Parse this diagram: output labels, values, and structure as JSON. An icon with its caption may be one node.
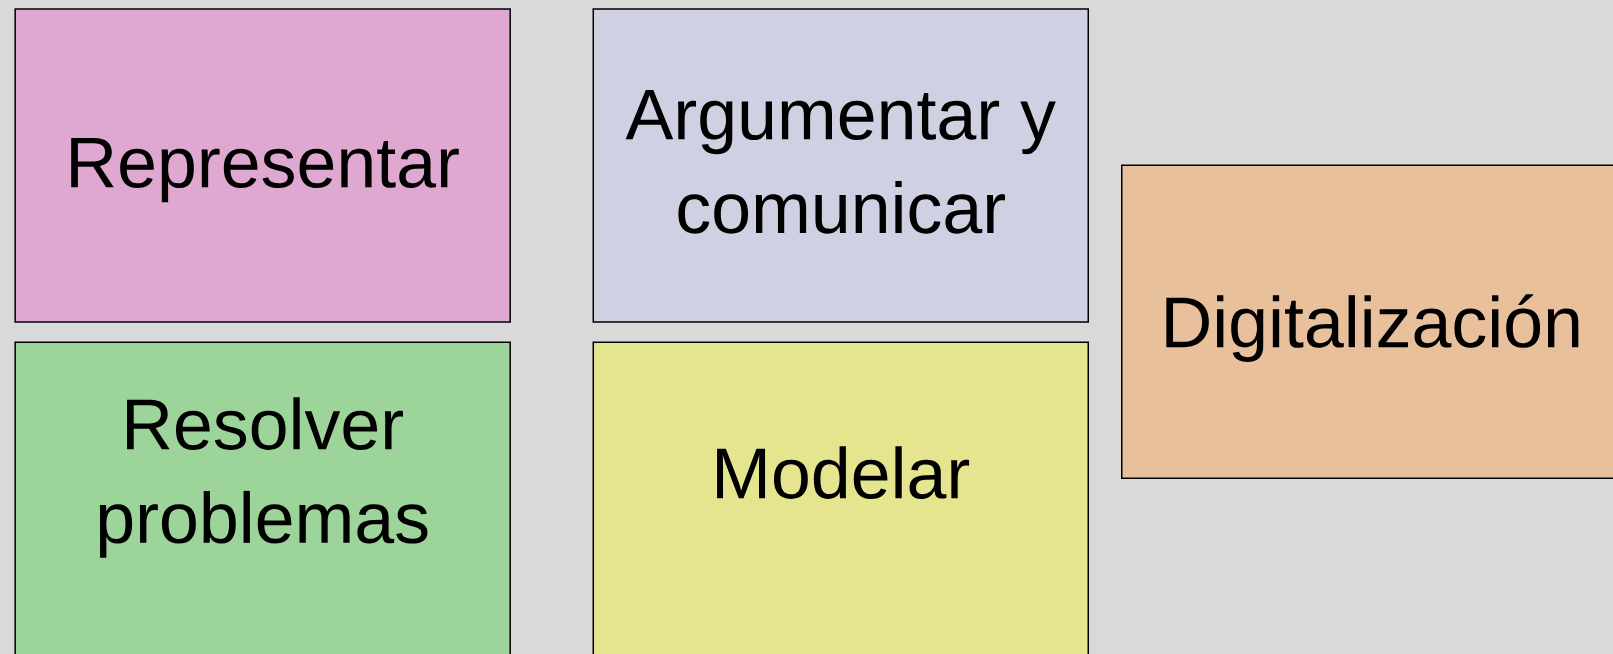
{
  "diagram": {
    "nodes": [
      {
        "text": [
          "Representar"
        ]
      },
      {
        "text": [
          "Argumentar y comunicar"
        ]
      },
      {
        "text": [
          "Resolver problemas"
        ]
      },
      {
        "text": [
          "Modelar"
        ]
      },
      {
        "text": [
          "Digitalización"
        ]
      }
    ]
  }
}
